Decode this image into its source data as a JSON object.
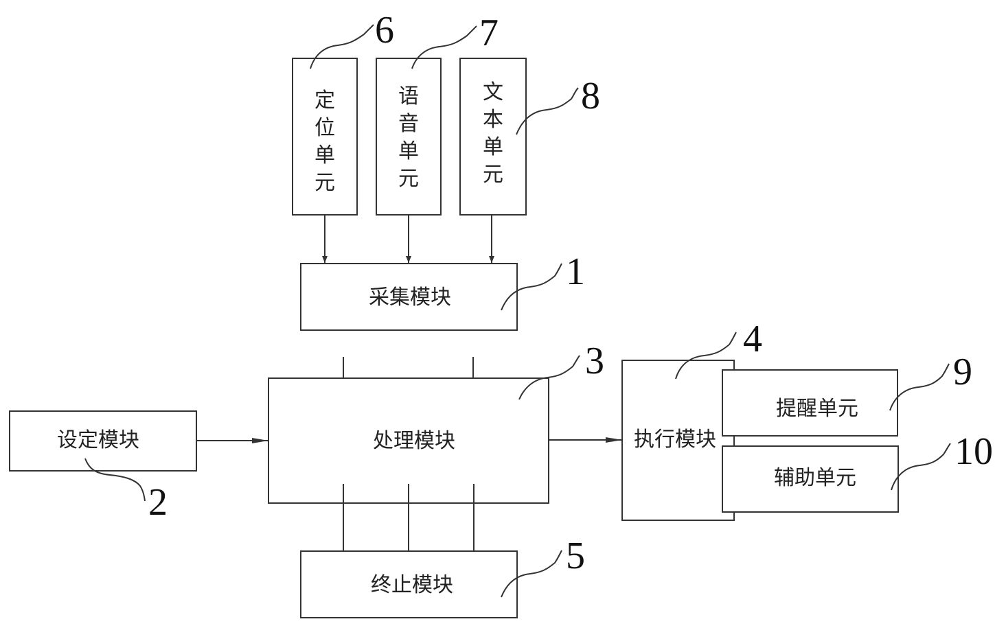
{
  "modules": {
    "collect": {
      "label": "采集模块",
      "number": "1"
    },
    "setting": {
      "label": "设定模块",
      "number": "2"
    },
    "process": {
      "label": "处理模块",
      "number": "3"
    },
    "execute": {
      "label": "执行模块",
      "number": "4"
    },
    "terminate": {
      "label": "终止模块",
      "number": "5"
    }
  },
  "units": {
    "positioning": {
      "chars": [
        "定",
        "位",
        "单",
        "元"
      ],
      "number": "6"
    },
    "voice": {
      "chars": [
        "语",
        "音",
        "单",
        "元"
      ],
      "number": "7"
    },
    "text": {
      "chars": [
        "文",
        "本",
        "单",
        "元"
      ],
      "number": "8"
    },
    "reminder": {
      "label": "提醒单元",
      "number": "9"
    },
    "assist": {
      "label": "辅助单元",
      "number": "10"
    }
  },
  "colors": {
    "stroke": "#333333",
    "text": "#222222",
    "background": "#ffffff"
  }
}
